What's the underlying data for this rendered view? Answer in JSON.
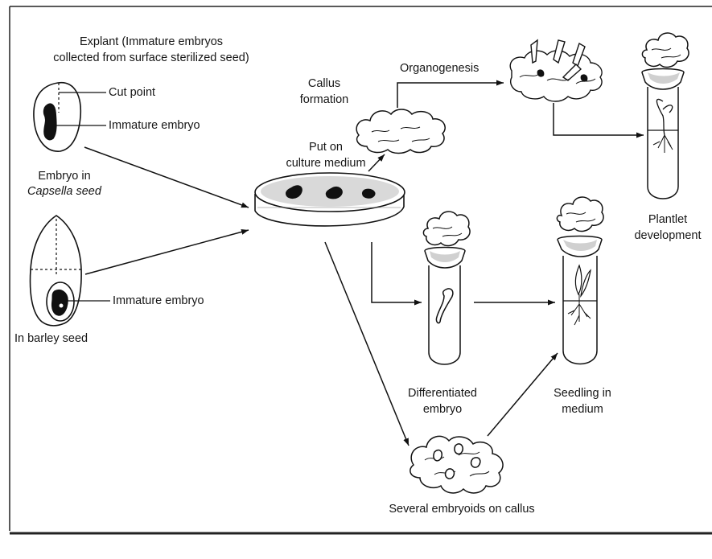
{
  "explant": {
    "line1": "Explant (Immature embryos",
    "line2": "collected from surface sterilized seed)"
  },
  "capsella": {
    "cut_point": "Cut point",
    "immature_embryo": "Immature embryo",
    "caption_line1": "Embryo in",
    "caption_line2": "Capsella seed"
  },
  "barley": {
    "immature_embryo": "Immature embryo",
    "caption": "In barley seed"
  },
  "callus": {
    "line1": "Callus",
    "line2": "formation"
  },
  "organogenesis": "Organogenesis",
  "culture": {
    "line1": "Put on",
    "line2": "culture medium"
  },
  "plantlet": {
    "line1": "Plantlet",
    "line2": "development"
  },
  "differentiated": {
    "line1": "Differentiated",
    "line2": "embryo"
  },
  "seedling": {
    "line1": "Seedling in",
    "line2": "medium"
  },
  "embryoids": "Several embryoids on callus"
}
